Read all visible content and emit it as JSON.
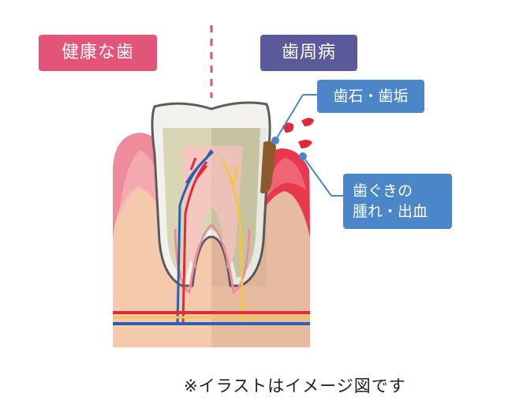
{
  "labels": {
    "healthy": "健康な歯",
    "periodontal": "歯周病"
  },
  "callouts": {
    "tartar": "歯石・歯垢",
    "gum_line1": "歯ぐきの",
    "gum_line2": "腫れ・出血"
  },
  "footnote": "※イラストはイメージ図です",
  "colors": {
    "healthy_label": "#e25478",
    "periodontal_label": "#5a5a9a",
    "callout": "#4a86c8",
    "divider": "#d9546d",
    "enamel": "#f2f1ec",
    "dentin": "#d9d6b5",
    "pulp": "#f4c8bf",
    "gum_healthy": "#ef8c9c",
    "gum_inflamed": "#e8384f",
    "bone": "#f4c9ac",
    "tartar": "#8a5a2a",
    "artery": "#e02b3b",
    "vein": "#2f5fb0",
    "nerve": "#f4c54a"
  }
}
